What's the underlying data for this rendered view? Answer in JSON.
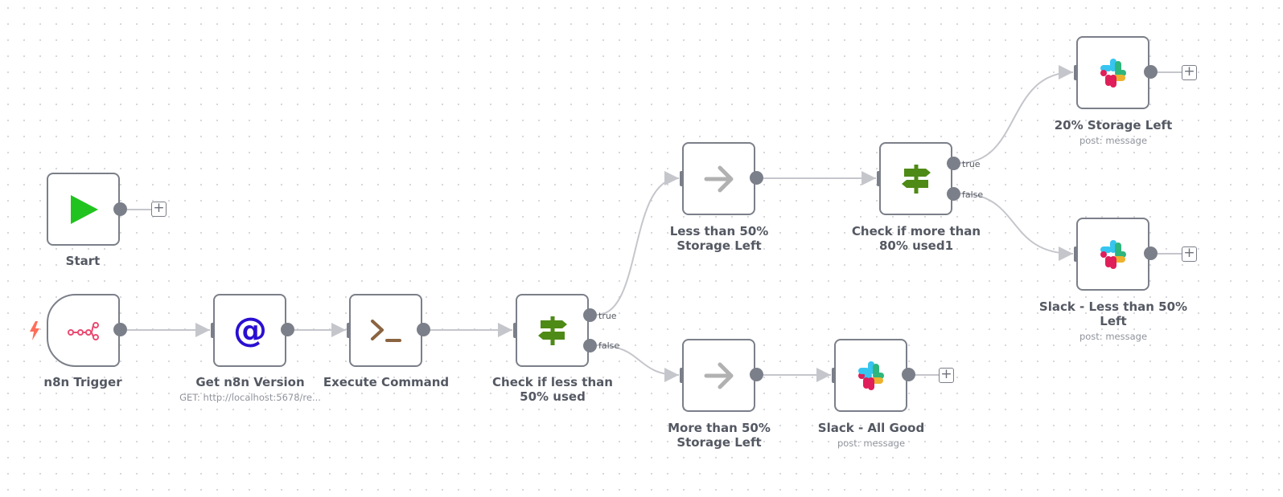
{
  "nodes": {
    "start": {
      "label": "Start",
      "icon": "play-icon"
    },
    "trigger": {
      "label": "n8n Trigger",
      "icon": "n8n-logo-icon"
    },
    "get_version": {
      "label": "Get n8n Version",
      "subtitle": "GET: http://localhost:5678/re...",
      "icon": "at-sign-icon"
    },
    "execute": {
      "label": "Execute Command",
      "icon": "terminal-icon"
    },
    "check50": {
      "label": "Check if less than 50% used",
      "icon": "signpost-icon",
      "true_label": "true",
      "false_label": "false"
    },
    "less50": {
      "label": "Less than 50% Storage Left",
      "icon": "arrow-right-icon"
    },
    "more50": {
      "label": "More than 50% Storage Left",
      "icon": "arrow-right-icon"
    },
    "check80": {
      "label": "Check if more than 80% used1",
      "icon": "signpost-icon",
      "true_label": "true",
      "false_label": "false"
    },
    "slack20": {
      "label": "20% Storage Left",
      "subtitle": "post: message",
      "icon": "slack-icon"
    },
    "slack_less50": {
      "label": "Slack - Less than 50% Left",
      "subtitle": "post: message",
      "icon": "slack-icon"
    },
    "slack_good": {
      "label": "Slack - All Good",
      "subtitle": "post: message",
      "icon": "slack-icon"
    }
  },
  "colors": {
    "node_border": "#7b7f89",
    "connection": "#c5c6cc",
    "play": "#21c41e",
    "signpost": "#4e8a16",
    "at_sign": "#2a0fd1",
    "terminal": "#8a6440",
    "n8n_logo": "#ea4b71",
    "arrow": "#b1b1b1",
    "trigger_bolt": "#ff6d5a"
  }
}
